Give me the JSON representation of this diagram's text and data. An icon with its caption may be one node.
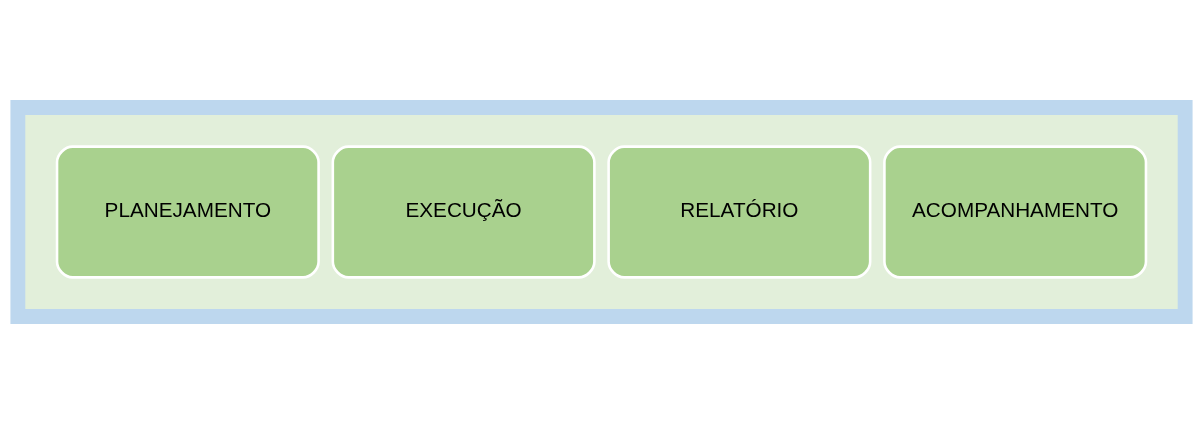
{
  "diagram": {
    "nodes": [
      {
        "text": [],
        "shape": "arrow"
      },
      {
        "text": [
          "PLANEJAMENTO"
        ],
        "in": 0
      },
      {
        "text": [
          "EXECUÇÃO"
        ],
        "in": 0
      },
      {
        "text": [
          "RELATÓRIO"
        ],
        "in": 0
      },
      {
        "text": [
          "ACOMPANHAMENTO"
        ],
        "in": 0
      }
    ]
  }
}
